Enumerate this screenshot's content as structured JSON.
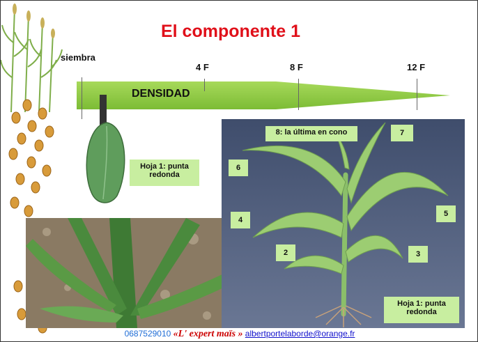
{
  "title": "El componente 1",
  "timeline": {
    "siembra": "siembra",
    "tick_4f": "4 F",
    "tick_8f": "8 F",
    "tick_12f": "12 F",
    "density": "DENSIDAD",
    "bar_color": "#8cc63f"
  },
  "leaf_box_top": "Hoja 1: punta redonda",
  "plant_labels": {
    "leaf8": "8: la última en cono",
    "n7": "7",
    "n6": "6",
    "n5": "5",
    "n4": "4",
    "n3": "3",
    "n2": "2",
    "leaf1": "Hoja 1: punta redonda"
  },
  "footer": {
    "phone": "0687529010",
    "brand_open": "«",
    "brand": "L' expert maïs",
    "brand_close": "»",
    "email": "albertportelaborde@orange.fr"
  },
  "colors": {
    "title": "#e0101a",
    "label_box": "#c8eea0",
    "footer_phone": "#1f6dd6",
    "footer_brand": "#cc0000",
    "footer_email": "#1010cc"
  }
}
